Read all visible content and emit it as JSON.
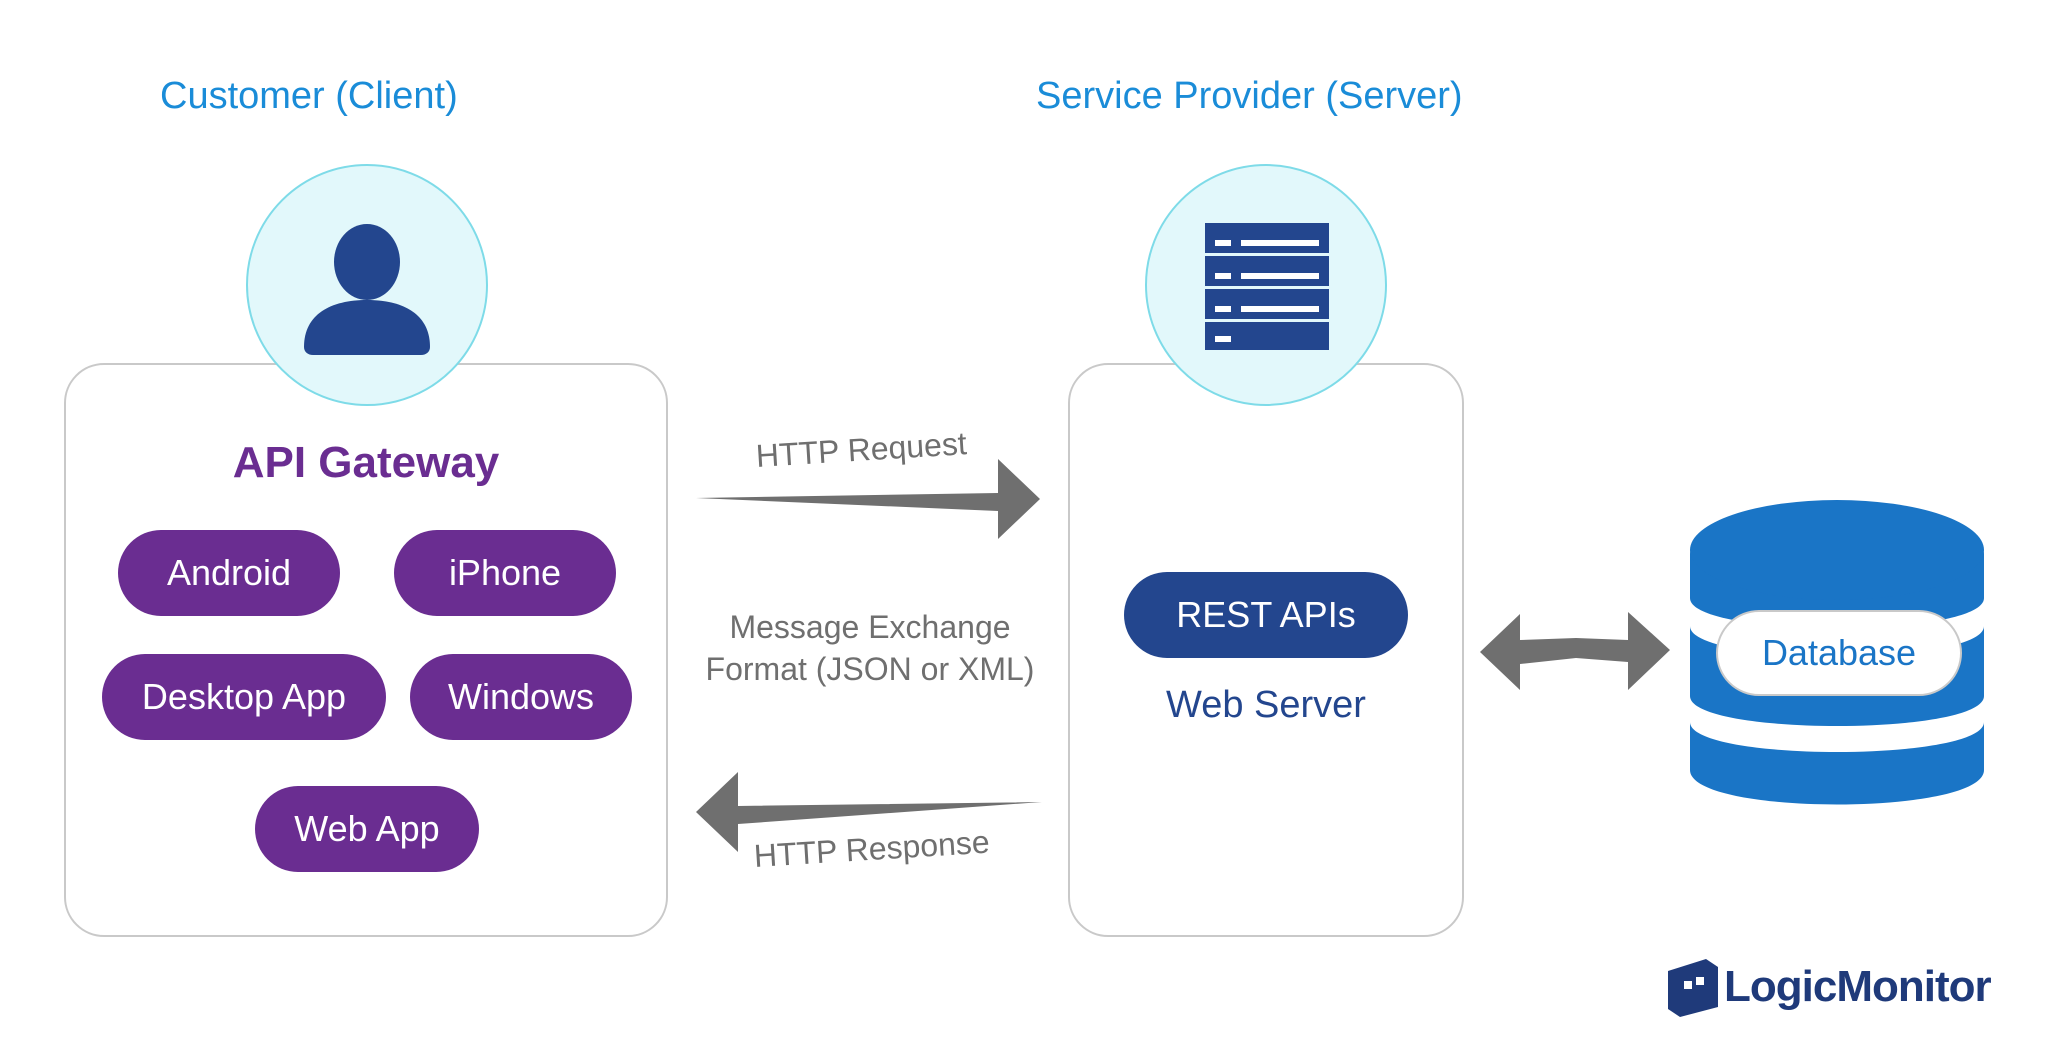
{
  "client": {
    "title": "Customer (Client)",
    "gateway_title": "API Gateway",
    "apps": [
      "Android",
      "iPhone",
      "Desktop App",
      "Windows",
      "Web App"
    ],
    "icon": "user-icon"
  },
  "server": {
    "title": "Service Provider (Server)",
    "rest_label": "REST APIs",
    "web_server_label": "Web Server",
    "icon": "server-rack-icon"
  },
  "exchange": {
    "request_label": "HTTP Request",
    "response_label": "HTTP Response",
    "format_line1": "Message Exchange",
    "format_line2": "Format (JSON or XML)"
  },
  "database": {
    "label": "Database",
    "icon": "database-icon"
  },
  "brand": {
    "name": "LogicMonitor",
    "icon": "logicmonitor-logo-icon"
  },
  "colors": {
    "title_blue": "#1a8cd8",
    "gateway_purple": "#6a2d91",
    "server_navy": "#23468e",
    "arrow_gray": "#6f6f6f",
    "circle_fill": "#e2f8fb",
    "database_blue": "#1a75c6"
  }
}
